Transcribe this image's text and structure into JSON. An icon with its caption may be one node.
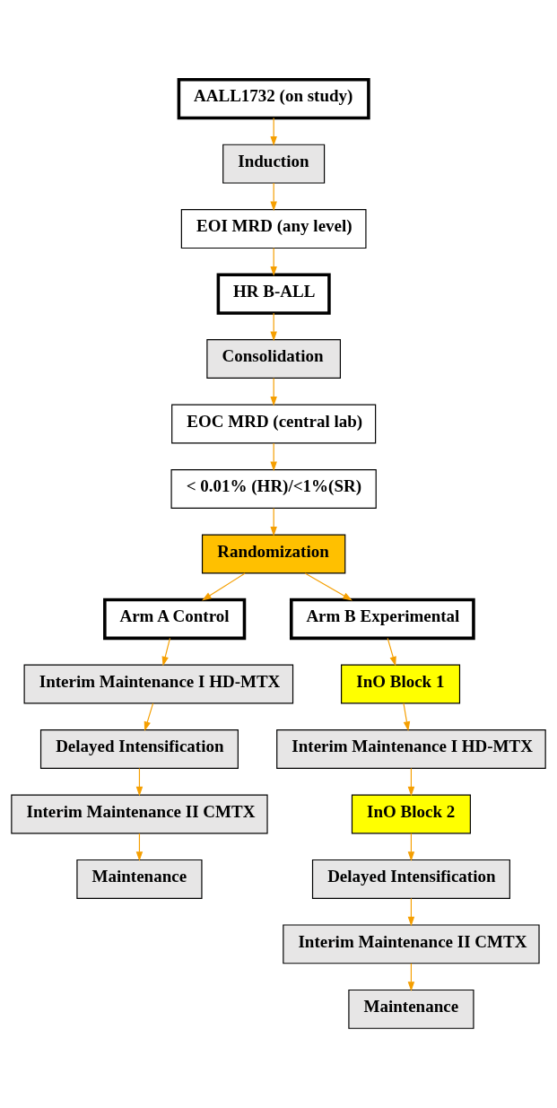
{
  "diagram": {
    "nodes": [
      {
        "text": [
          "AALL1732 (on study)"
        ]
      },
      {
        "text": [
          "Induction"
        ]
      },
      {
        "text": [
          "EOI MRD (any level)"
        ]
      },
      {
        "text": [
          "HR B-ALL"
        ]
      },
      {
        "text": [
          "Consolidation"
        ]
      },
      {
        "text": [
          "EOC MRD (central lab)"
        ]
      },
      {
        "text": [
          "< 0.01% (HR)/<1%(SR)"
        ]
      },
      {
        "text": [
          "Randomization"
        ]
      },
      {
        "text": [
          "Arm A Control"
        ]
      },
      {
        "text": [
          "Arm B Experimental"
        ]
      },
      {
        "text": [
          "Interim Maintenance I HD-MTX"
        ]
      },
      {
        "text": [
          "Delayed Intensification"
        ]
      },
      {
        "text": [
          "Interim Maintenance II CMTX"
        ]
      },
      {
        "text": [
          "Maintenance"
        ]
      },
      {
        "text": [
          "InO Block 1"
        ]
      },
      {
        "text": [
          "Interim Maintenance I HD-MTX"
        ]
      },
      {
        "text": [
          "InO Block 2"
        ]
      },
      {
        "text": [
          "Delayed Intensification"
        ]
      },
      {
        "text": [
          "Interim Maintenance II CMTX"
        ]
      },
      {
        "text": [
          "Maintenance"
        ]
      }
    ],
    "edges": [
      {
        "from": 0,
        "to": 1,
        "arrow": "to"
      },
      {
        "from": 1,
        "to": 2,
        "arrow": "to"
      },
      {
        "from": 2,
        "to": 3,
        "arrow": "to"
      },
      {
        "from": 3,
        "to": 4,
        "arrow": "to"
      },
      {
        "from": 4,
        "to": 5,
        "arrow": "to"
      },
      {
        "from": 5,
        "to": 6,
        "arrow": "to"
      },
      {
        "from": 6,
        "to": 7,
        "arrow": "to"
      },
      {
        "from": 7,
        "to": 8,
        "arrow": "to"
      },
      {
        "from": 7,
        "to": 9,
        "arrow": "to"
      },
      {
        "from": 8,
        "to": 10,
        "arrow": "to"
      },
      {
        "from": 10,
        "to": 11,
        "arrow": "to"
      },
      {
        "from": 11,
        "to": 12,
        "arrow": "to"
      },
      {
        "from": 12,
        "to": 13,
        "arrow": "to"
      },
      {
        "from": 9,
        "to": 14,
        "arrow": "to"
      },
      {
        "from": 14,
        "to": 15,
        "arrow": "to"
      },
      {
        "from": 15,
        "to": 16,
        "arrow": "to"
      },
      {
        "from": 16,
        "to": 17,
        "arrow": "to"
      },
      {
        "from": 17,
        "to": 18,
        "arrow": "to"
      },
      {
        "from": 18,
        "to": 19,
        "arrow": "to"
      }
    ]
  }
}
